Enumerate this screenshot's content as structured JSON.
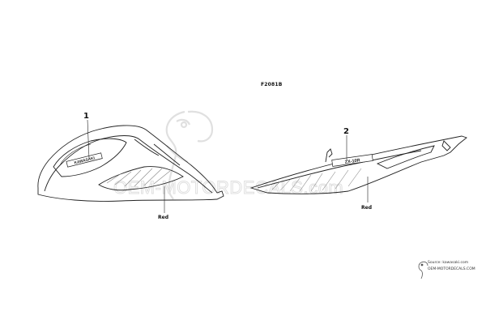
{
  "figure_code": "F2081B",
  "callouts": [
    {
      "number": "1",
      "color_note": "Red"
    },
    {
      "number": "2",
      "color_note": "Red"
    }
  ],
  "part1_emblem_text": "KAWASAKI",
  "part2_emblem_text": "ZX-10R",
  "watermark": {
    "text": "OEM-MOTORDECALS.com",
    "color": "#c8c8c8"
  },
  "credit": {
    "source_line": "Source: kawasaki.com",
    "site_line": "OEM-MOTORDECALS.COM"
  },
  "colors": {
    "line": "#222222",
    "hatch": "#888888"
  }
}
